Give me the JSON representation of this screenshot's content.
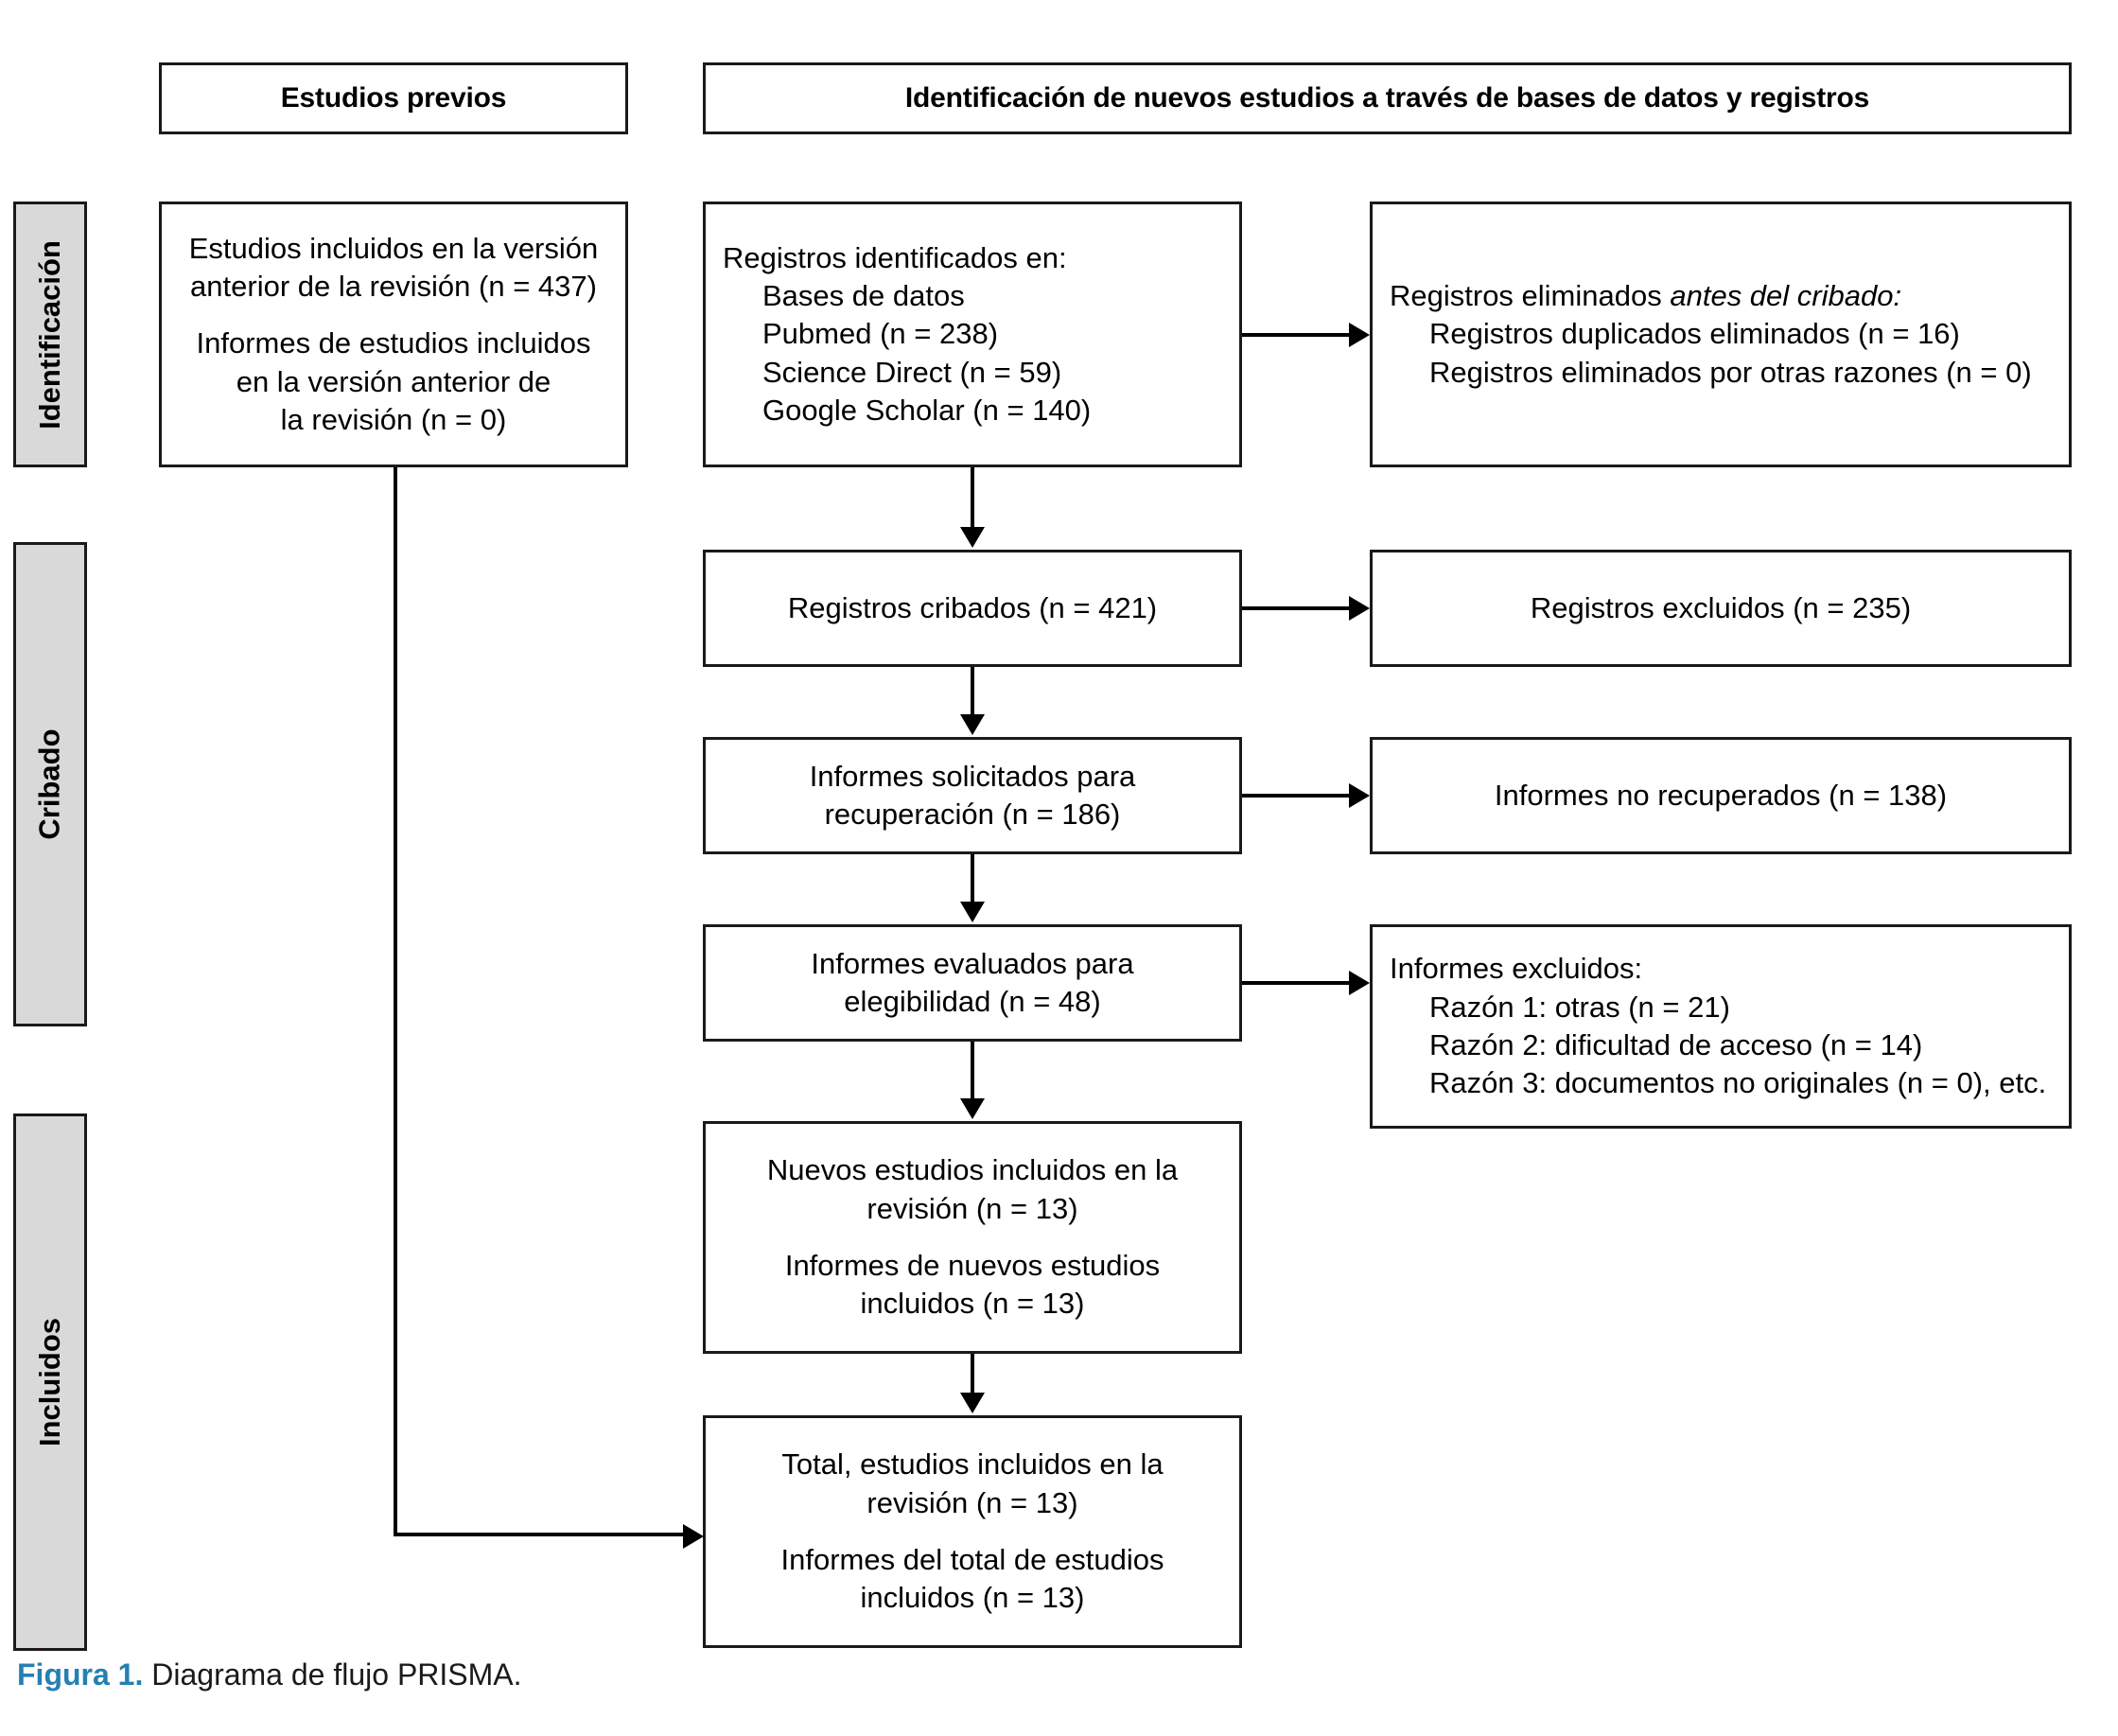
{
  "figure": {
    "caption_label": "Figura 1.",
    "caption_text": " Diagrama de flujo PRISMA.",
    "accent_color": "#2580b3",
    "stage_fill": "#d9d9d9",
    "line_color": "#000000"
  },
  "headers": {
    "previous_studies": "Estudios previos",
    "new_studies": "Identificación de nuevos estudios a través de bases de datos y registros"
  },
  "stages": [
    {
      "label": "Identificación"
    },
    {
      "label": "Cribado"
    },
    {
      "label": "Incluidos"
    }
  ],
  "boxes": {
    "previous_included": {
      "line1": "Estudios incluidos en la versión",
      "line2": "anterior de la revisión (n = 437)",
      "line3": "Informes de estudios incluidos",
      "line4": "en la versión anterior de",
      "line5": "la revisión (n = 0)"
    },
    "records_identified": {
      "title": "Registros identificados en:",
      "item1": "Bases de datos",
      "item2": "Pubmed (n = 238)",
      "item3": "Science Direct (n = 59)",
      "item4": "Google Scholar (n = 140)"
    },
    "records_removed": {
      "title_plain": "Registros eliminados ",
      "title_italic": "antes del cribado:",
      "item1": "Registros duplicados eliminados (n = 16)",
      "item2": "Registros eliminados por otras razones (n = 0)"
    },
    "records_screened": {
      "line1": "Registros cribados (n = 421)"
    },
    "records_excluded": {
      "line1": "Registros excluidos (n = 235)"
    },
    "reports_sought": {
      "line1": "Informes solicitados para",
      "line2": "recuperación (n = 186)"
    },
    "reports_not_retrieved": {
      "line1": "Informes no recuperados (n = 138)"
    },
    "reports_assessed": {
      "line1": "Informes evaluados para",
      "line2": "elegibilidad (n = 48)"
    },
    "reports_excluded": {
      "title": "Informes excluidos:",
      "item1": "Razón 1: otras (n = 21)",
      "item2": "Razón 2: dificultad de acceso (n = 14)",
      "item3": "Razón 3: documentos no originales (n = 0), etc."
    },
    "new_included": {
      "line1": "Nuevos estudios incluidos en la",
      "line2": "revisión (n = 13)",
      "line3": "Informes de nuevos estudios",
      "line4": "incluidos (n = 13)"
    },
    "total_included": {
      "line1": "Total, estudios incluidos en la",
      "line2": "revisión (n = 13)",
      "line3": "Informes del total de estudios",
      "line4": "incluidos (n = 13)"
    }
  },
  "chart_data": {
    "type": "diagram",
    "title": "Diagrama de flujo PRISMA",
    "nodes": [
      {
        "id": "previous_included",
        "label": "Estudios incluidos en la versión anterior de la revisión (n = 437); Informes de estudios incluidos en la versión anterior de la revisión (n = 0)",
        "stage": "Identificación",
        "counts": [
          437,
          0
        ]
      },
      {
        "id": "records_identified",
        "label": "Registros identificados en: Bases de datos; Pubmed (n = 238); Science Direct (n = 59); Google Scholar (n = 140)",
        "stage": "Identificación",
        "counts": [
          238,
          59,
          140
        ]
      },
      {
        "id": "records_removed",
        "label": "Registros eliminados antes del cribado: Registros duplicados eliminados (n = 16); Registros eliminados por otras razones (n = 0)",
        "stage": "Identificación",
        "counts": [
          16,
          0
        ]
      },
      {
        "id": "records_screened",
        "label": "Registros cribados (n = 421)",
        "stage": "Cribado",
        "counts": [
          421
        ]
      },
      {
        "id": "records_excluded",
        "label": "Registros excluidos (n = 235)",
        "stage": "Cribado",
        "counts": [
          235
        ]
      },
      {
        "id": "reports_sought",
        "label": "Informes solicitados para recuperación (n = 186)",
        "stage": "Cribado",
        "counts": [
          186
        ]
      },
      {
        "id": "reports_not_retrieved",
        "label": "Informes no recuperados (n = 138)",
        "stage": "Cribado",
        "counts": [
          138
        ]
      },
      {
        "id": "reports_assessed",
        "label": "Informes evaluados para elegibilidad (n = 48)",
        "stage": "Cribado",
        "counts": [
          48
        ]
      },
      {
        "id": "reports_excluded",
        "label": "Informes excluidos: Razón 1: otras (n = 21); Razón 2: dificultad de acceso (n = 14); Razón 3: documentos no originales (n = 0), etc.",
        "stage": "Cribado",
        "counts": [
          21,
          14,
          0
        ]
      },
      {
        "id": "new_included",
        "label": "Nuevos estudios incluidos en la revisión (n = 13); Informes de nuevos estudios incluidos (n = 13)",
        "stage": "Incluidos",
        "counts": [
          13,
          13
        ]
      },
      {
        "id": "total_included",
        "label": "Total, estudios incluidos en la revisión (n = 13); Informes del total de estudios incluidos (n = 13)",
        "stage": "Incluidos",
        "counts": [
          13,
          13
        ]
      }
    ],
    "edges": [
      {
        "from": "records_identified",
        "to": "records_removed"
      },
      {
        "from": "records_identified",
        "to": "records_screened"
      },
      {
        "from": "records_screened",
        "to": "records_excluded"
      },
      {
        "from": "records_screened",
        "to": "reports_sought"
      },
      {
        "from": "reports_sought",
        "to": "reports_not_retrieved"
      },
      {
        "from": "reports_sought",
        "to": "reports_assessed"
      },
      {
        "from": "reports_assessed",
        "to": "reports_excluded"
      },
      {
        "from": "reports_assessed",
        "to": "new_included"
      },
      {
        "from": "new_included",
        "to": "total_included"
      },
      {
        "from": "previous_included",
        "to": "total_included"
      }
    ]
  }
}
